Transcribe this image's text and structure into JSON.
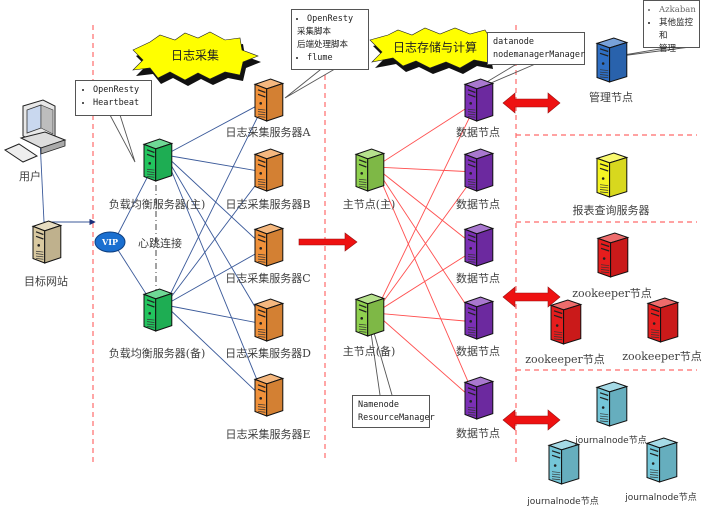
{
  "title": "日志采集与存储计算架构图",
  "banners": {
    "collection": "日志采集",
    "storage": "日志存储与计算"
  },
  "nodes": {
    "user": "用户",
    "target_site": "目标网站",
    "vip": "VIP",
    "lb_primary": "负载均衡服务器(主)",
    "lb_backup": "负载均衡服务器(备)",
    "heartbeat": "心跳连接",
    "collectors": [
      "日志采集服务器A",
      "日志采集服务器B",
      "日志采集服务器C",
      "日志采集服务器D",
      "日志采集服务器E"
    ],
    "master_primary": "主节点(主)",
    "master_backup": "主节点(备)",
    "datanodes": [
      "数据节点",
      "数据节点",
      "数据节点",
      "数据节点",
      "数据节点"
    ],
    "management": "管理节点",
    "report_server": "报表查询服务器",
    "zookeepers": [
      "zookeeper节点",
      "zookeeper节点",
      "zookeeper节点"
    ],
    "journalnodes": [
      "journalnode节点",
      "journalnode节点",
      "journalnode节点"
    ]
  },
  "callouts": {
    "lb": [
      "OpenResty",
      "Heartbeat"
    ],
    "collector": {
      "items": [
        {
          "bullet": true,
          "text": "OpenResty"
        },
        {
          "bullet": false,
          "text": "采集脚本"
        },
        {
          "bullet": false,
          "text": "后端处理脚本"
        },
        {
          "bullet": true,
          "text": "flume"
        }
      ]
    },
    "datanode": [
      "datanode",
      "nodemanagerManager"
    ],
    "master": [
      "Namenode",
      "ResourceManager"
    ],
    "management": [
      "Azkaban",
      "其他监控和",
      "管理"
    ]
  },
  "colors": {
    "lb_server": "#22c55e",
    "collector_server": "#f0913a",
    "master_server": "#8fd14f",
    "datanode_server": "#7b2fb5",
    "management_server": "#2f6fc4",
    "report_server": "#f5f522",
    "zookeeper_server": "#e51d1d",
    "journalnode_server": "#74c6d8",
    "blue_line": "#3b5a9a",
    "red_line": "#ff5050",
    "dashed_divider": "#ff6b6b",
    "burst_fill": "#ffff00",
    "vip_fill": "#1a6fd0",
    "arrow_red": "#ee1111"
  }
}
